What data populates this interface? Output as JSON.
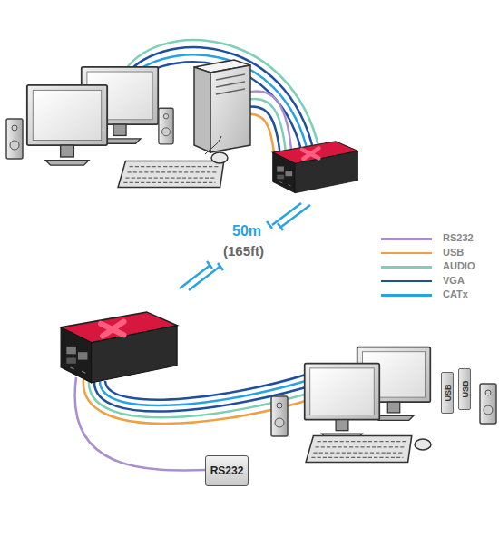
{
  "diagram": {
    "nodes": [
      {
        "text": [
          "RS232"
        ]
      },
      {
        "text": [
          "USB"
        ]
      },
      {
        "text": [
          "USB"
        ]
      }
    ],
    "labels": [
      "50m",
      "(165ft)"
    ],
    "legend": [
      {
        "text": "RS232",
        "color": "#a98fd0"
      },
      {
        "text": "USB",
        "color": "#f0a040"
      },
      {
        "text": "AUDIO",
        "color": "#7dcfb6"
      },
      {
        "text": "VGA",
        "color": "#1f4f9f"
      },
      {
        "text": "CATx",
        "color": "#29a3e0"
      }
    ]
  }
}
